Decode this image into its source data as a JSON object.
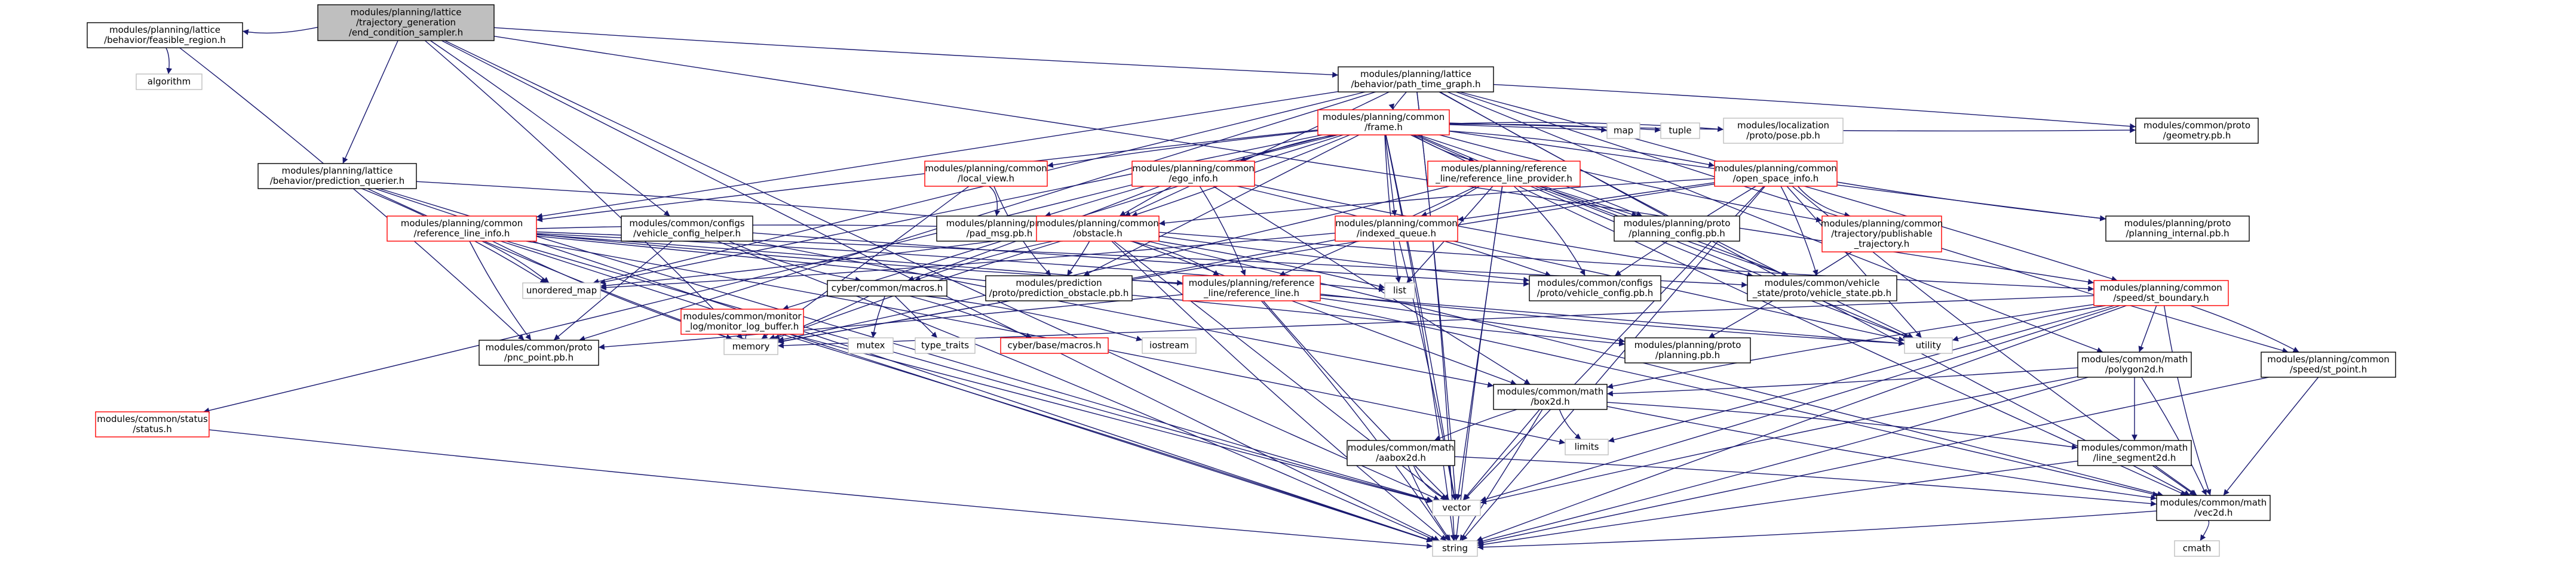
{
  "diagram": {
    "nodes": [
      {
        "id": "root",
        "lines": [
          "modules/planning/lattice",
          "/trajectory_generation",
          "/end_condition_sampler.h"
        ],
        "style": "root"
      },
      {
        "id": "feasible_region",
        "lines": [
          "modules/planning/lattice",
          "/behavior/feasible_region.h"
        ],
        "style": "black"
      },
      {
        "id": "path_time_graph",
        "lines": [
          "modules/planning/lattice",
          "/behavior/path_time_graph.h"
        ],
        "style": "black"
      },
      {
        "id": "algorithm",
        "lines": [
          "algorithm"
        ],
        "style": "system"
      },
      {
        "id": "prediction_querier",
        "lines": [
          "modules/planning/lattice",
          "/behavior/prediction_querier.h"
        ],
        "style": "black"
      },
      {
        "id": "frame",
        "lines": [
          "modules/planning/common",
          "/frame.h"
        ],
        "style": "red"
      },
      {
        "id": "ref_line_info",
        "lines": [
          "modules/planning/common",
          "/reference_line_info.h"
        ],
        "style": "red"
      },
      {
        "id": "vehicle_config_helper",
        "lines": [
          "modules/common/configs",
          "/vehicle_config_helper.h"
        ],
        "style": "black"
      },
      {
        "id": "status",
        "lines": [
          "modules/common/status",
          "/status.h"
        ],
        "style": "red"
      },
      {
        "id": "monitor_log_buffer",
        "lines": [
          "modules/common/monitor",
          "_log/monitor_log_buffer.h"
        ],
        "style": "red"
      },
      {
        "id": "local_view",
        "lines": [
          "modules/planning/common",
          "/local_view.h"
        ],
        "style": "red"
      },
      {
        "id": "pad_msg",
        "lines": [
          "modules/planning/proto",
          "/pad_msg.pb.h"
        ],
        "style": "black"
      },
      {
        "id": "ego_info",
        "lines": [
          "modules/planning/common",
          "/ego_info.h"
        ],
        "style": "red"
      },
      {
        "id": "obstacle",
        "lines": [
          "modules/planning/common",
          "/obstacle.h"
        ],
        "style": "red"
      },
      {
        "id": "ref_line_provider",
        "lines": [
          "modules/planning/reference",
          "_line/reference_line_provider.h"
        ],
        "style": "red"
      },
      {
        "id": "indexed_queue",
        "lines": [
          "modules/planning/common",
          "/indexed_queue.h"
        ],
        "style": "red"
      },
      {
        "id": "planning_config",
        "lines": [
          "modules/planning/proto",
          "/planning_config.pb.h"
        ],
        "style": "black"
      },
      {
        "id": "open_space_info",
        "lines": [
          "modules/planning/common",
          "/open_space_info.h"
        ],
        "style": "red"
      },
      {
        "id": "publishable_traj",
        "lines": [
          "modules/planning/common",
          "/trajectory/publishable",
          "_trajectory.h"
        ],
        "style": "red"
      },
      {
        "id": "planning_internal",
        "lines": [
          "modules/planning/proto",
          "/planning_internal.pb.h"
        ],
        "style": "black"
      },
      {
        "id": "map",
        "lines": [
          "map"
        ],
        "style": "system"
      },
      {
        "id": "tuple",
        "lines": [
          "tuple"
        ],
        "style": "system"
      },
      {
        "id": "pose",
        "lines": [
          "modules/localization",
          "/proto/pose.pb.h"
        ],
        "style": "system"
      },
      {
        "id": "geometry",
        "lines": [
          "modules/common/proto",
          "/geometry.pb.h"
        ],
        "style": "black"
      },
      {
        "id": "unordered_map",
        "lines": [
          "unordered_map"
        ],
        "style": "system"
      },
      {
        "id": "cyber_macros",
        "lines": [
          "cyber/common/macros.h"
        ],
        "style": "black"
      },
      {
        "id": "prediction_obstacle",
        "lines": [
          "modules/prediction",
          "/proto/prediction_obstacle.pb.h"
        ],
        "style": "black"
      },
      {
        "id": "reference_line",
        "lines": [
          "modules/planning/reference",
          "_line/reference_line.h"
        ],
        "style": "red"
      },
      {
        "id": "list",
        "lines": [
          "list"
        ],
        "style": "system"
      },
      {
        "id": "vehicle_config_pb",
        "lines": [
          "modules/common/configs",
          "/proto/vehicle_config.pb.h"
        ],
        "style": "black"
      },
      {
        "id": "vehicle_state_pb",
        "lines": [
          "modules/common/vehicle",
          "_state/proto/vehicle_state.pb.h"
        ],
        "style": "black"
      },
      {
        "id": "st_boundary",
        "lines": [
          "modules/planning/common",
          "/speed/st_boundary.h"
        ],
        "style": "red"
      },
      {
        "id": "memory",
        "lines": [
          "memory"
        ],
        "style": "system"
      },
      {
        "id": "mutex",
        "lines": [
          "mutex"
        ],
        "style": "system"
      },
      {
        "id": "type_traits",
        "lines": [
          "type_traits"
        ],
        "style": "system"
      },
      {
        "id": "base_macros",
        "lines": [
          "cyber/base/macros.h"
        ],
        "style": "red"
      },
      {
        "id": "iostream",
        "lines": [
          "iostream"
        ],
        "style": "system"
      },
      {
        "id": "pnc_point",
        "lines": [
          "modules/common/proto",
          "/pnc_point.pb.h"
        ],
        "style": "black"
      },
      {
        "id": "planning_pb",
        "lines": [
          "modules/planning/proto",
          "/planning.pb.h"
        ],
        "style": "black"
      },
      {
        "id": "utility",
        "lines": [
          "utility"
        ],
        "style": "system"
      },
      {
        "id": "polygon2d",
        "lines": [
          "modules/common/math",
          "/polygon2d.h"
        ],
        "style": "black"
      },
      {
        "id": "st_point",
        "lines": [
          "modules/planning/common",
          "/speed/st_point.h"
        ],
        "style": "black"
      },
      {
        "id": "box2d",
        "lines": [
          "modules/common/math",
          "/box2d.h"
        ],
        "style": "black"
      },
      {
        "id": "limits",
        "lines": [
          "limits"
        ],
        "style": "system"
      },
      {
        "id": "aabox2d",
        "lines": [
          "modules/common/math",
          "/aabox2d.h"
        ],
        "style": "black"
      },
      {
        "id": "line_segment2d",
        "lines": [
          "modules/common/math",
          "/line_segment2d.h"
        ],
        "style": "black"
      },
      {
        "id": "vector",
        "lines": [
          "vector"
        ],
        "style": "system"
      },
      {
        "id": "vec2d",
        "lines": [
          "modules/common/math",
          "/vec2d.h"
        ],
        "style": "black"
      },
      {
        "id": "cmath",
        "lines": [
          "cmath"
        ],
        "style": "system"
      },
      {
        "id": "string",
        "lines": [
          "string"
        ],
        "style": "system"
      }
    ],
    "edges": [
      [
        "root",
        "feasible_region"
      ],
      [
        "root",
        "path_time_graph"
      ],
      [
        "root",
        "prediction_querier"
      ],
      [
        "root",
        "vehicle_config_helper"
      ],
      [
        "root",
        "memory"
      ],
      [
        "root",
        "vector"
      ],
      [
        "root",
        "string"
      ],
      [
        "root",
        "st_boundary"
      ],
      [
        "feasible_region",
        "algorithm"
      ],
      [
        "feasible_region",
        "pnc_point"
      ],
      [
        "path_time_graph",
        "frame"
      ],
      [
        "path_time_graph",
        "obstacle"
      ],
      [
        "path_time_graph",
        "ref_line_info"
      ],
      [
        "path_time_graph",
        "geometry"
      ],
      [
        "path_time_graph",
        "st_boundary"
      ],
      [
        "path_time_graph",
        "st_point"
      ],
      [
        "path_time_graph",
        "polygon2d"
      ],
      [
        "path_time_graph",
        "unordered_map"
      ],
      [
        "path_time_graph",
        "vector"
      ],
      [
        "path_time_graph",
        "string"
      ],
      [
        "path_time_graph",
        "utility"
      ],
      [
        "path_time_graph",
        "vec2d"
      ],
      [
        "path_time_graph",
        "pnc_point"
      ],
      [
        "prediction_querier",
        "obstacle"
      ],
      [
        "prediction_querier",
        "unordered_map"
      ],
      [
        "prediction_querier",
        "memory"
      ],
      [
        "prediction_querier",
        "vector"
      ],
      [
        "prediction_querier",
        "string"
      ],
      [
        "frame",
        "local_view"
      ],
      [
        "frame",
        "ego_info"
      ],
      [
        "frame",
        "obstacle"
      ],
      [
        "frame",
        "ref_line_provider"
      ],
      [
        "frame",
        "indexed_queue"
      ],
      [
        "frame",
        "planning_config"
      ],
      [
        "frame",
        "open_space_info"
      ],
      [
        "frame",
        "publishable_traj"
      ],
      [
        "frame",
        "planning_internal"
      ],
      [
        "frame",
        "map"
      ],
      [
        "frame",
        "tuple"
      ],
      [
        "frame",
        "pose"
      ],
      [
        "frame",
        "geometry"
      ],
      [
        "frame",
        "status"
      ],
      [
        "frame",
        "monitor_log_buffer"
      ],
      [
        "frame",
        "ref_line_info"
      ],
      [
        "frame",
        "pad_msg"
      ],
      [
        "frame",
        "vehicle_state_pb"
      ],
      [
        "frame",
        "list"
      ],
      [
        "frame",
        "unordered_map"
      ],
      [
        "frame",
        "vector"
      ],
      [
        "frame",
        "string"
      ],
      [
        "frame",
        "utility"
      ],
      [
        "frame",
        "vec2d"
      ],
      [
        "frame",
        "prediction_obstacle"
      ],
      [
        "ref_line_info",
        "unordered_map"
      ],
      [
        "ref_line_info",
        "obstacle"
      ],
      [
        "ref_line_info",
        "reference_line"
      ],
      [
        "ref_line_info",
        "pnc_point"
      ],
      [
        "ref_line_info",
        "planning_pb"
      ],
      [
        "ref_line_info",
        "vehicle_state_pb"
      ],
      [
        "ref_line_info",
        "limits"
      ],
      [
        "ref_line_info",
        "memory"
      ],
      [
        "ref_line_info",
        "vector"
      ],
      [
        "ref_line_info",
        "string"
      ],
      [
        "ref_line_info",
        "utility"
      ],
      [
        "ref_line_info",
        "list"
      ],
      [
        "vehicle_config_helper",
        "cyber_macros"
      ],
      [
        "vehicle_config_helper",
        "vehicle_config_pb"
      ],
      [
        "vehicle_config_helper",
        "box2d"
      ],
      [
        "vehicle_config_helper",
        "pnc_point"
      ],
      [
        "vehicle_config_helper",
        "string"
      ],
      [
        "status",
        "string"
      ],
      [
        "monitor_log_buffer",
        "memory"
      ],
      [
        "monitor_log_buffer",
        "vector"
      ],
      [
        "monitor_log_buffer",
        "string"
      ],
      [
        "local_view",
        "pad_msg"
      ],
      [
        "local_view",
        "prediction_obstacle"
      ],
      [
        "local_view",
        "memory"
      ],
      [
        "ego_info",
        "obstacle"
      ],
      [
        "ego_info",
        "reference_line"
      ],
      [
        "ego_info",
        "vehicle_config_pb"
      ],
      [
        "ego_info",
        "vehicle_state_pb"
      ],
      [
        "ego_info",
        "cyber_macros"
      ],
      [
        "ego_info",
        "box2d"
      ],
      [
        "obstacle",
        "list"
      ],
      [
        "obstacle",
        "memory"
      ],
      [
        "obstacle",
        "string"
      ],
      [
        "obstacle",
        "unordered_map"
      ],
      [
        "obstacle",
        "vector"
      ],
      [
        "obstacle",
        "prediction_obstacle"
      ],
      [
        "obstacle",
        "reference_line"
      ],
      [
        "obstacle",
        "st_boundary"
      ],
      [
        "obstacle",
        "vehicle_config_pb"
      ],
      [
        "obstacle",
        "box2d"
      ],
      [
        "obstacle",
        "vec2d"
      ],
      [
        "obstacle",
        "cyber_macros"
      ],
      [
        "ref_line_provider",
        "indexed_queue"
      ],
      [
        "ref_line_provider",
        "reference_line"
      ],
      [
        "ref_line_provider",
        "planning_config"
      ],
      [
        "ref_line_provider",
        "vehicle_state_pb"
      ],
      [
        "ref_line_provider",
        "list"
      ],
      [
        "ref_line_provider",
        "memory"
      ],
      [
        "ref_line_provider",
        "string"
      ],
      [
        "ref_line_provider",
        "vector"
      ],
      [
        "ref_line_provider",
        "utility"
      ],
      [
        "ref_line_provider",
        "vehicle_config_pb"
      ],
      [
        "indexed_queue",
        "unordered_map"
      ],
      [
        "indexed_queue",
        "memory"
      ],
      [
        "indexed_queue",
        "utility"
      ],
      [
        "indexed_queue",
        "vector"
      ],
      [
        "open_space_info",
        "obstacle"
      ],
      [
        "open_space_info",
        "publishable_traj"
      ],
      [
        "open_space_info",
        "planning_internal"
      ],
      [
        "open_space_info",
        "indexed_queue"
      ],
      [
        "open_space_info",
        "vehicle_state_pb"
      ],
      [
        "open_space_info",
        "vehicle_config_pb"
      ],
      [
        "open_space_info",
        "vec2d"
      ],
      [
        "open_space_info",
        "string"
      ],
      [
        "open_space_info",
        "utility"
      ],
      [
        "open_space_info",
        "vector"
      ],
      [
        "open_space_info",
        "memory"
      ],
      [
        "publishable_traj",
        "planning_pb"
      ],
      [
        "cyber_macros",
        "mutex"
      ],
      [
        "cyber_macros",
        "type_traits"
      ],
      [
        "cyber_macros",
        "base_macros"
      ],
      [
        "cyber_macros",
        "iostream"
      ],
      [
        "cyber_macros",
        "memory"
      ],
      [
        "reference_line",
        "pnc_point"
      ],
      [
        "reference_line",
        "planning_pb"
      ],
      [
        "reference_line",
        "vec2d"
      ],
      [
        "reference_line",
        "string"
      ],
      [
        "reference_line",
        "utility"
      ],
      [
        "reference_line",
        "vector"
      ],
      [
        "st_boundary",
        "polygon2d"
      ],
      [
        "st_boundary",
        "st_point"
      ],
      [
        "st_boundary",
        "box2d"
      ],
      [
        "st_boundary",
        "vec2d"
      ],
      [
        "st_boundary",
        "limits"
      ],
      [
        "st_boundary",
        "memory"
      ],
      [
        "st_boundary",
        "string"
      ],
      [
        "st_boundary",
        "utility"
      ],
      [
        "st_boundary",
        "vector"
      ],
      [
        "polygon2d",
        "box2d"
      ],
      [
        "polygon2d",
        "line_segment2d"
      ],
      [
        "polygon2d",
        "vec2d"
      ],
      [
        "polygon2d",
        "vector"
      ],
      [
        "polygon2d",
        "string"
      ],
      [
        "st_point",
        "vec2d"
      ],
      [
        "st_point",
        "string"
      ],
      [
        "box2d",
        "aabox2d"
      ],
      [
        "box2d",
        "line_segment2d"
      ],
      [
        "box2d",
        "vec2d"
      ],
      [
        "box2d",
        "limits"
      ],
      [
        "box2d",
        "vector"
      ],
      [
        "box2d",
        "string"
      ],
      [
        "aabox2d",
        "vec2d"
      ],
      [
        "aabox2d",
        "vector"
      ],
      [
        "aabox2d",
        "string"
      ],
      [
        "line_segment2d",
        "vec2d"
      ],
      [
        "line_segment2d",
        "string"
      ],
      [
        "vec2d",
        "cmath"
      ],
      [
        "vec2d",
        "string"
      ]
    ],
    "colors": {
      "edge": "#191970",
      "root_fill": "#bfbfbf",
      "black_border": "#000000",
      "red_border": "#ff0000",
      "system_border": "#bfbfbf"
    }
  }
}
